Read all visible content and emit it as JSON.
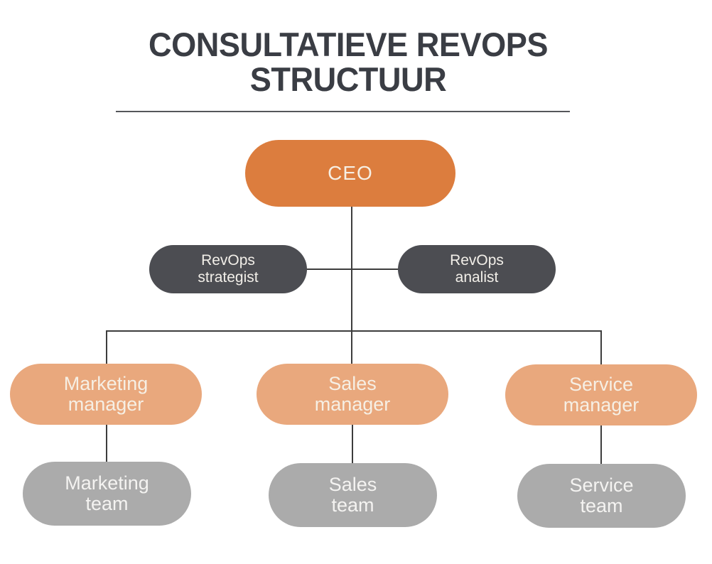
{
  "title": {
    "line1": "CONSULTATIEVE REVOPS",
    "line2": "STRUCTUUR"
  },
  "org": {
    "ceo": {
      "label": "CEO"
    },
    "staff": [
      {
        "name": "RevOps strategist",
        "lines": [
          "RevOps",
          "strategist"
        ]
      },
      {
        "name": "RevOps analist",
        "lines": [
          "RevOps",
          "analist"
        ]
      }
    ],
    "managers": [
      {
        "name": "Marketing manager",
        "lines": [
          "Marketing",
          "manager"
        ]
      },
      {
        "name": "Sales manager",
        "lines": [
          "Sales",
          "manager"
        ]
      },
      {
        "name": "Service manager",
        "lines": [
          "Service",
          "manager"
        ]
      }
    ],
    "teams": [
      {
        "name": "Marketing team",
        "lines": [
          "Marketing",
          "team"
        ]
      },
      {
        "name": "Sales team",
        "lines": [
          "Sales",
          "team"
        ]
      },
      {
        "name": "Service team",
        "lines": [
          "Service",
          "team"
        ]
      }
    ]
  },
  "colors": {
    "ceo_fill": "#dc7d3e",
    "manager_fill": "#e9a87d",
    "team_fill": "#ababab",
    "staff_fill": "#4c4d52",
    "connector": "#3d3d3d",
    "title_text": "#3a3d44",
    "pill_text": "#f6efe4"
  }
}
